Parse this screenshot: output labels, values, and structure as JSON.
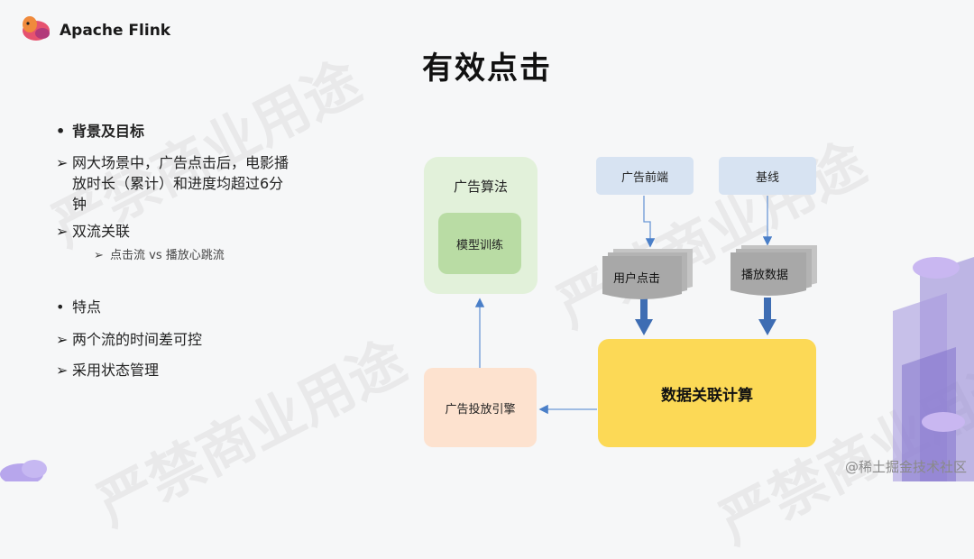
{
  "header": {
    "brand": "Apache Flink",
    "title": "有效点击"
  },
  "bullets": {
    "background_heading": "背景及目标",
    "item1": "网大场景中，广告点击后，电影播放时长（累计）和进度均超过6分钟",
    "item1_line1": "网大场景中，广告点击后，电影播",
    "item1_line2": "放时长（累计）和进度均超过6分",
    "item1_line3": "钟",
    "item2": "双流关联",
    "item2_sub": "点击流 vs 播放心跳流",
    "features_heading": "特点",
    "item3": "两个流的时间差可控",
    "item4": "采用状态管理"
  },
  "diagram": {
    "algo_label": "广告算法",
    "model_label": "模型训练",
    "ad_frontend": "广告前端",
    "baseline": "基线",
    "user_click": "用户点击",
    "play_data": "播放数据",
    "compute": "数据关联计算",
    "ad_engine": "广告投放引擎"
  },
  "watermark": "严禁商业用途",
  "footer": "@稀土掘金技术社区",
  "colors": {
    "algo_bg": "#e2f1da",
    "model_bg": "#b9dca4",
    "source_bg": "#d7e3f2",
    "compute_bg": "#fcd956",
    "engine_bg": "#fde2cf",
    "arrow": "#3e6db3"
  }
}
